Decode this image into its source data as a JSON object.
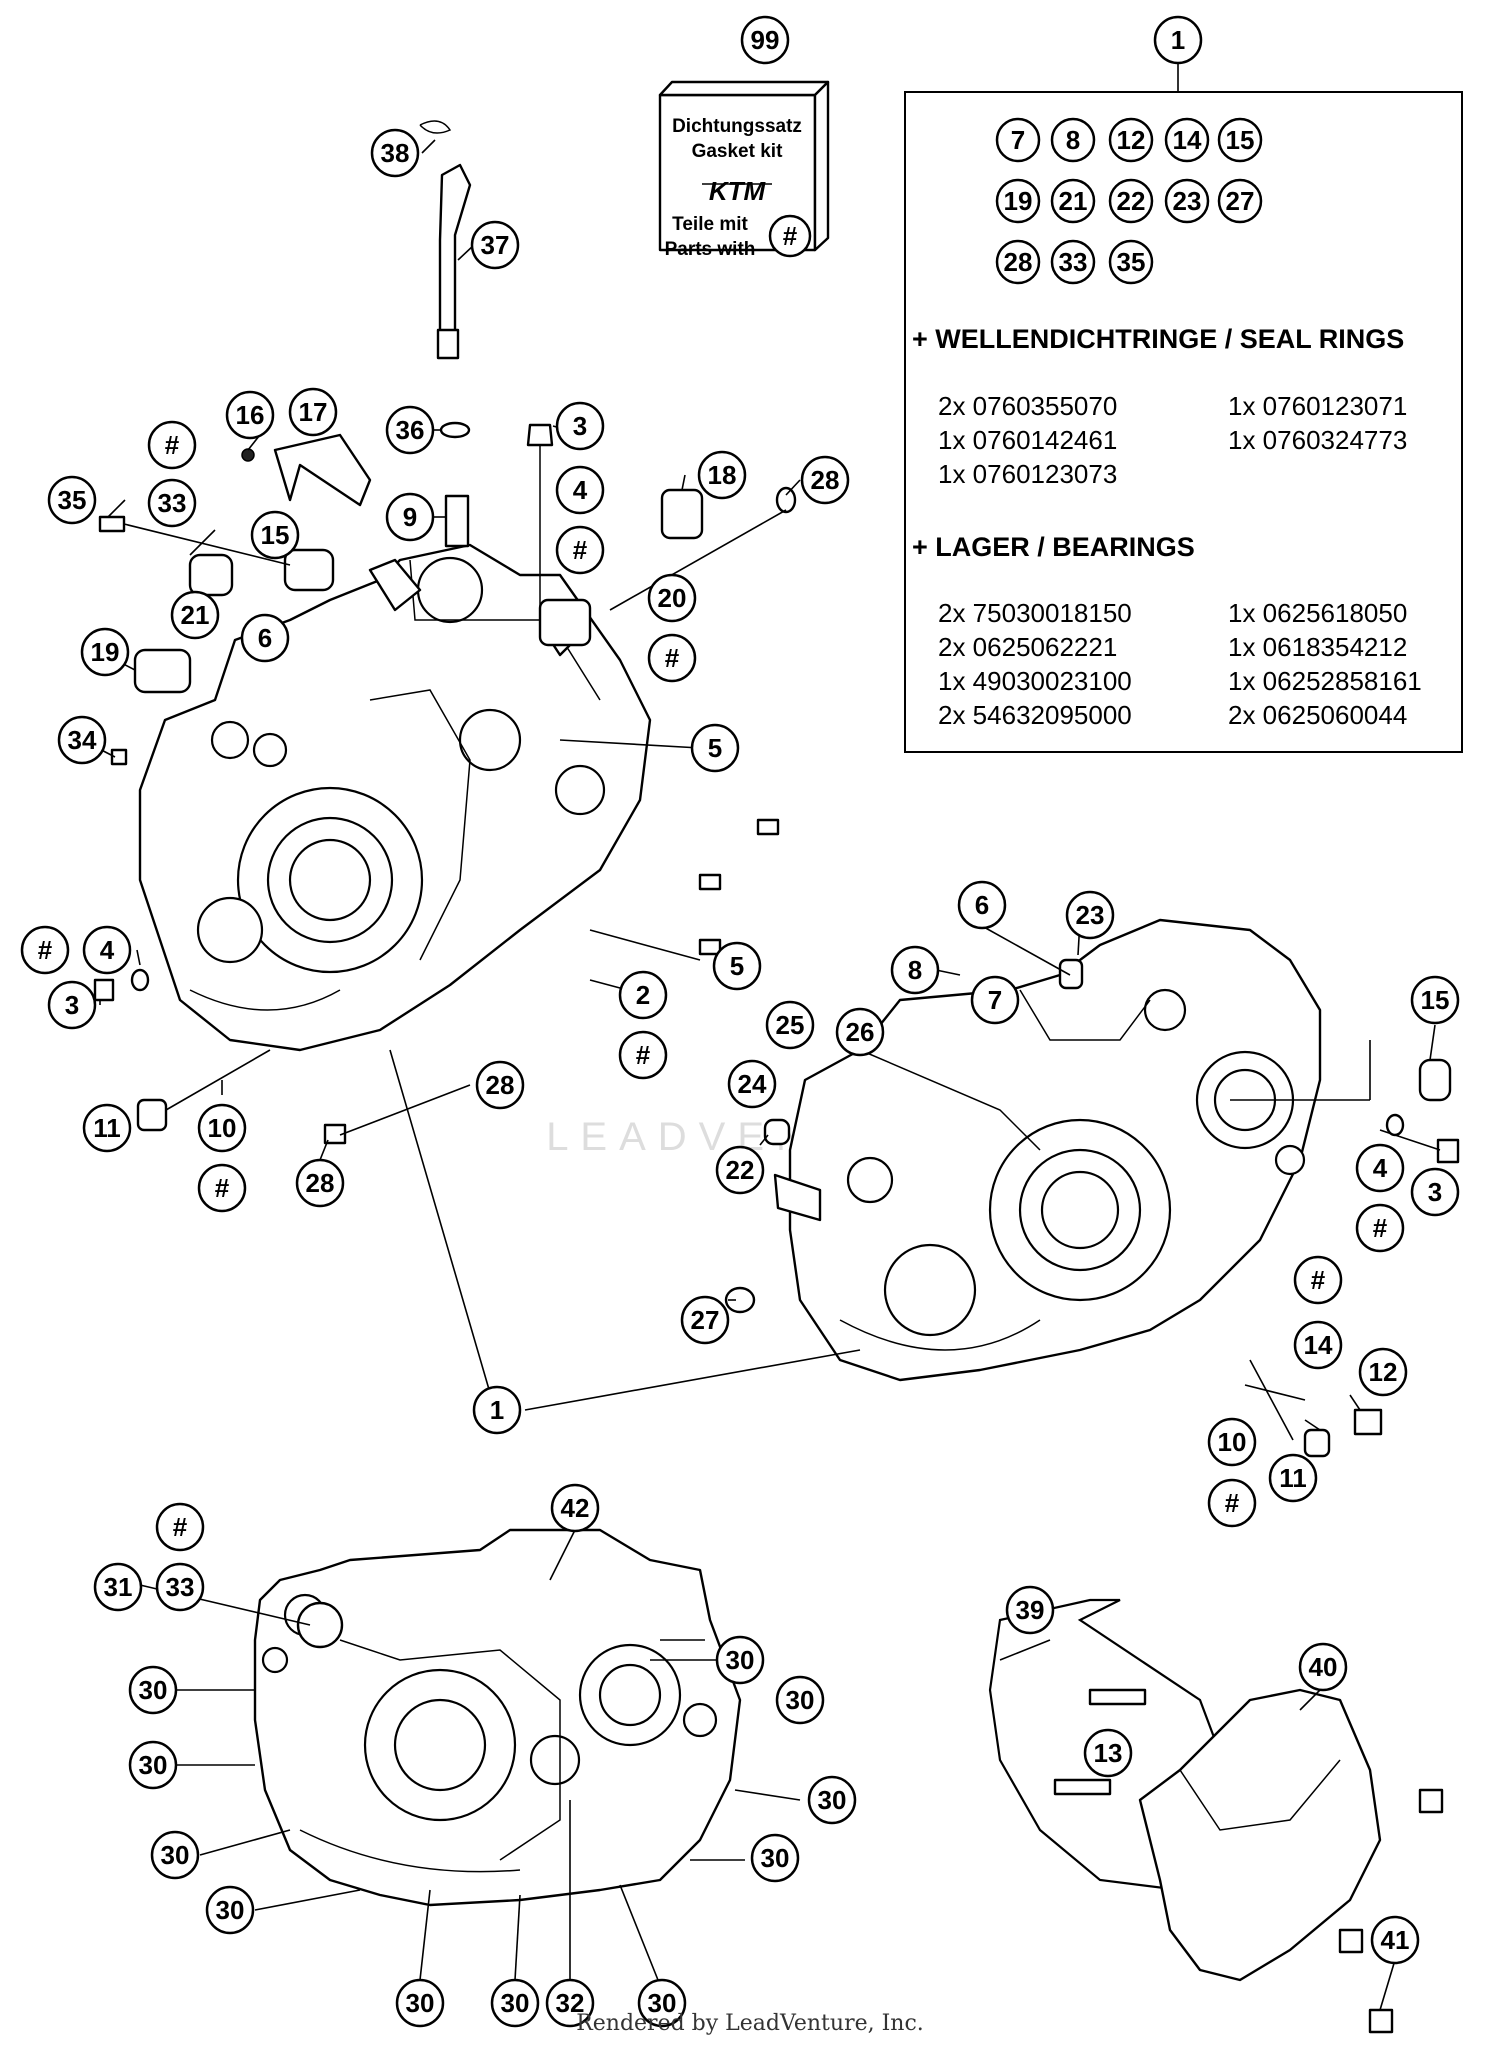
{
  "title_ref": "1",
  "kit_ref": "99",
  "kit_box": {
    "line1": "Dichtungssatz",
    "line2": "Gasket kit",
    "logo": "KTM",
    "line3": "Teile mit",
    "line4": "Parts with",
    "symbol": "#"
  },
  "set_contents": {
    "row1": [
      "7",
      "8",
      "12",
      "14",
      "15"
    ],
    "row2": [
      "19",
      "21",
      "22",
      "23",
      "27"
    ],
    "row3": [
      "28",
      "33",
      "35"
    ]
  },
  "seal_rings": {
    "heading": "+ WELLENDICHTRINGE / SEAL RINGS",
    "left": [
      "2x 0760355070",
      "1x 0760142461",
      "1x 0760123073"
    ],
    "right": [
      "1x 0760123071",
      "1x 0760324773"
    ]
  },
  "bearings": {
    "heading": "+ LAGER  / BEARINGS",
    "left": [
      "2x 75030018150",
      "2x 0625062221",
      "1x 49030023100",
      "2x 54632095000"
    ],
    "right": [
      "1x 0625618050",
      "1x 0618354212",
      "1x 06252858161",
      "2x 0625060044"
    ]
  },
  "callouts": {
    "c38": "38",
    "c37": "37",
    "c36": "36",
    "c9": "9",
    "c3a": "3",
    "c4a": "4",
    "h4a": "#",
    "c18": "18",
    "c28a": "28",
    "c20": "20",
    "h20": "#",
    "c16": "16",
    "c17": "17",
    "h33a": "#",
    "c33a": "33",
    "c35": "35",
    "c15a": "15",
    "c21": "21",
    "c6a": "6",
    "c19": "19",
    "c34": "34",
    "c5a": "5",
    "c5b": "5",
    "h4b": "#",
    "c4b": "4",
    "c3b": "3",
    "c2": "2",
    "h2": "#",
    "c28b": "28",
    "c11a": "11",
    "c10a": "10",
    "h10a": "#",
    "c28c": "28",
    "c6b": "6",
    "c23": "23",
    "c8": "8",
    "c7": "7",
    "c15b": "15",
    "c25": "25",
    "c26": "26",
    "c24": "24",
    "c22": "22",
    "c4c": "4",
    "h4c": "#",
    "c3c": "3",
    "c27": "27",
    "h14": "#",
    "c14": "14",
    "c12": "12",
    "c1b": "1",
    "c10b": "10",
    "h10b": "#",
    "c11b": "11",
    "h33b": "#",
    "c33b": "33",
    "c31": "31",
    "c42": "42",
    "c30a": "30",
    "c30b": "30",
    "c30c": "30",
    "c30d": "30",
    "c30e": "30",
    "c30f": "30",
    "c30g": "30",
    "c30h": "30",
    "c30i": "30",
    "c30j": "30",
    "c30k": "30",
    "c32": "32",
    "c39": "39",
    "c13": "13",
    "c40": "40",
    "c41": "41"
  },
  "watermark": "LEADVENTURE",
  "footer": "Rendered by LeadVenture, Inc."
}
